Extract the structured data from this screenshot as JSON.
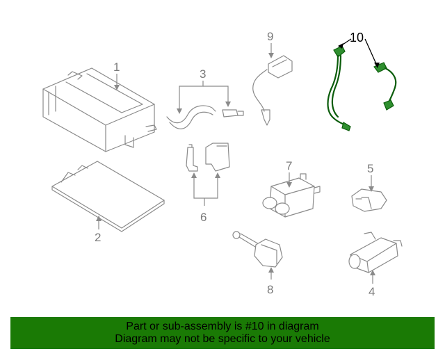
{
  "diagram": {
    "callouts": {
      "c1": "1",
      "c2": "2",
      "c3": "3",
      "c4": "4",
      "c5": "5",
      "c6": "6",
      "c7": "7",
      "c8": "8",
      "c9": "9",
      "c10": "10"
    },
    "highlight_color": "#1a7a05"
  },
  "banner": {
    "line1": "Part or sub-assembly is #10 in diagram",
    "line2": "Diagram may not be specific to your vehicle"
  }
}
